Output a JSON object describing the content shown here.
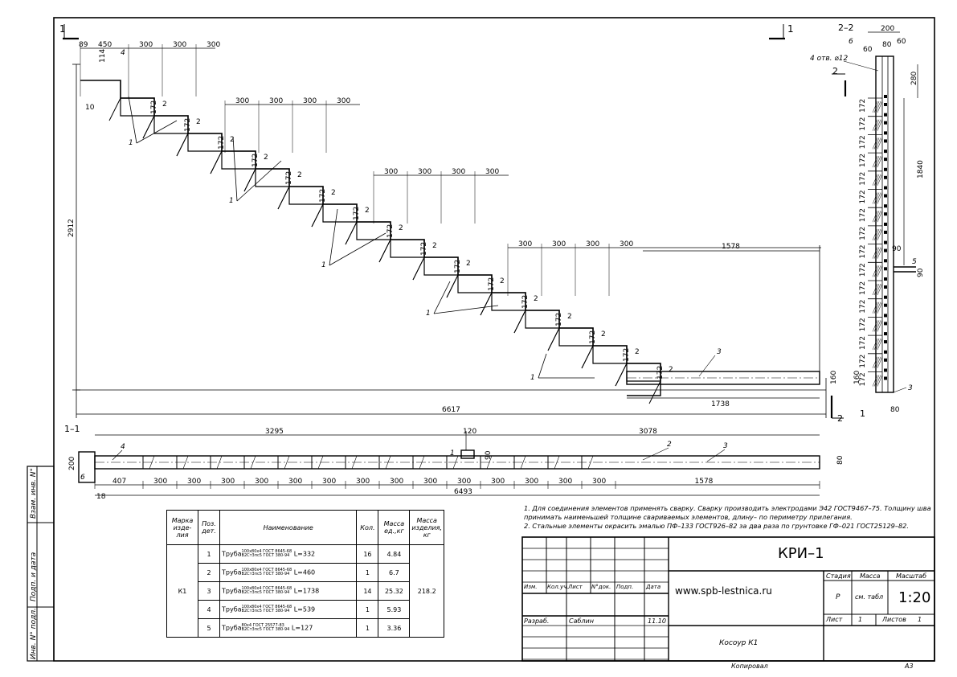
{
  "sections": {
    "main_marker": "1",
    "main_marker_right": "1",
    "cut_22": "2–2",
    "cut_11": "1–1",
    "marker_2_left": "2",
    "marker_2_right": "2",
    "marker_1_bottom": "1"
  },
  "plan_dims": {
    "top": [
      "450",
      "300",
      "300",
      "300"
    ],
    "mid1": [
      "300",
      "300",
      "300",
      "300"
    ],
    "mid2": [
      "300",
      "300",
      "300",
      "300"
    ],
    "mid3": [
      "300",
      "300",
      "300",
      "300",
      "1578"
    ],
    "overall_height": "2912",
    "overall_width": "6617",
    "bottom_run": "1738",
    "end_160": "160",
    "tiny_89": "89",
    "tiny_114": "114",
    "tiny_10": "10",
    "riser": "172",
    "gap": "2",
    "callout_1": "1",
    "callout_3": "3",
    "callout_4": "4"
  },
  "section22": {
    "w200": "200",
    "w80": "80",
    "w60a": "60",
    "w60b": "60",
    "pos6": "6",
    "holes": "4 отв. ⌀12",
    "h280": "280",
    "h1840": "1840",
    "riser": "172",
    "d90a": "90",
    "d90b": "90",
    "pos5": "5",
    "h160": "160",
    "b80": "80",
    "pos3": "3"
  },
  "section11": {
    "top_left": "3295",
    "top_mid": "120",
    "top_right": "3078",
    "h200": "200",
    "h80": "80",
    "pos6": "6",
    "pos4": "4",
    "pos2": "2",
    "pos3": "3",
    "pos1": "1",
    "d90": "90",
    "bottom": [
      "407",
      "300",
      "300",
      "300",
      "300",
      "300",
      "300",
      "300",
      "300",
      "300",
      "300",
      "300",
      "300",
      "300",
      "300",
      "1578"
    ],
    "total": "6493",
    "left_18": "18"
  },
  "bom": {
    "headers": [
      "Марка изде- лия",
      "Поз. дет.",
      "Наименование",
      "Кол.",
      "Масса ед.,кг",
      "Масса изделия, кг"
    ],
    "mark": "К1",
    "total_mass": "218.2",
    "rows": [
      {
        "pos": "1",
        "name": "Труба",
        "profile_top": "100х80х4 ГОСТ 8645-68",
        "profile_bot": "В2Ст3пс5 ГОСТ 380-94",
        "len": "L=332",
        "qty": "16",
        "mass": "4.84"
      },
      {
        "pos": "2",
        "name": "Труба",
        "profile_top": "100х80х4 ГОСТ 8645-68",
        "profile_bot": "В2Ст3пс5 ГОСТ 380-94",
        "len": "L=460",
        "qty": "1",
        "mass": "6.7"
      },
      {
        "pos": "3",
        "name": "Труба",
        "profile_top": "100х80х4 ГОСТ 8645-68",
        "profile_bot": "В2Ст3пс5 ГОСТ 380-94",
        "len": "L=1738",
        "qty": "14",
        "mass": "25.32"
      },
      {
        "pos": "4",
        "name": "Труба",
        "profile_top": "100х80х4 ГОСТ 8645-68",
        "profile_bot": "В2Ст3пс5 ГОСТ 380-94",
        "len": "L=539",
        "qty": "1",
        "mass": "5.93"
      },
      {
        "pos": "5",
        "name": "Труба",
        "profile_top": "80х4 ГОСТ 25577-83",
        "profile_bot": "В2Ст3пс5 ГОСТ 380-94",
        "len": "L=127",
        "qty": "1",
        "mass": "3.36"
      }
    ]
  },
  "notes": [
    "1. Для соединения элементов применять сварку. Сварку производить электродами Э42 ГОСТ9467–75. Толщину шва принимать наименьшей толщине свариваемых элементов, длину– по периметру прилегания.",
    "2. Стальные элементы окрасить эмалью ПФ–133 ГОСТ926–82 за два раза по грунтовке ГФ–021 ГОСТ25129–82."
  ],
  "stamp": {
    "code": "КРИ–1",
    "url": "www.spb-lestnica.ru",
    "stage_h": "Стадия",
    "mass_h": "Масса",
    "scale_h": "Масштаб",
    "stage": "Р",
    "mass": "см. табл",
    "scale": "1:20",
    "sheet_h": "Лист",
    "sheet": "1",
    "sheets_h": "Листов",
    "sheets": "1",
    "cols": [
      "Изм.",
      "Кол.уч.",
      "Лист",
      "N°док.",
      "Подп.",
      "Дата"
    ],
    "role": "Разраб.",
    "author": "Саблин",
    "date": "11.10",
    "title": "Косоур К1",
    "copied": "Копировал",
    "format": "А3"
  },
  "side_labels": [
    "Инв. N° подл.",
    "Подп. и дата",
    "Взам. инв. N°"
  ]
}
